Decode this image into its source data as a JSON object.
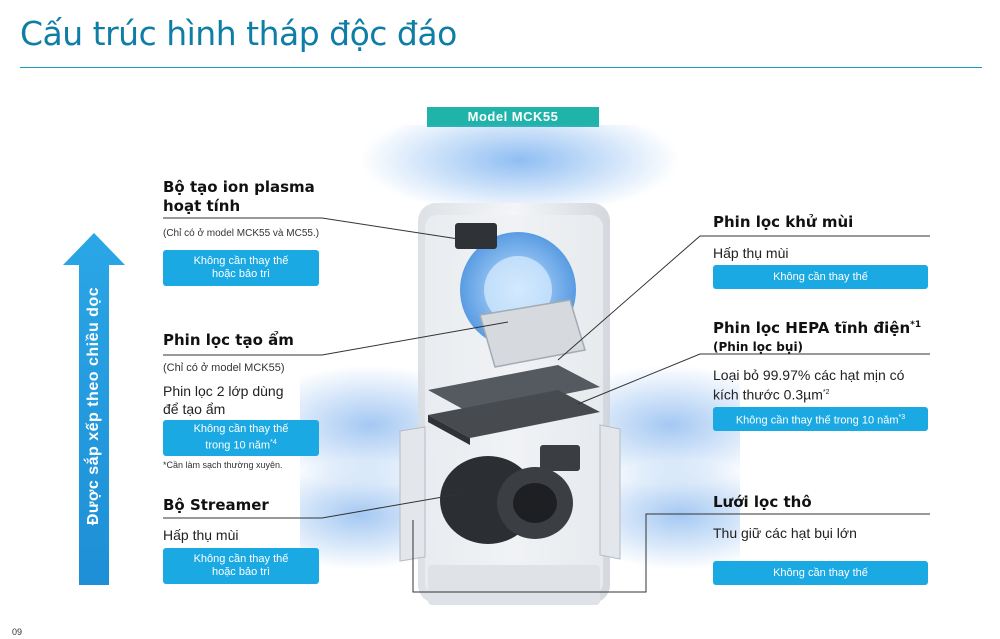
{
  "title": "Cấu trúc hình tháp độc đáo",
  "model_badge": "Model MCK55",
  "side_label": "Được sắp xếp theo chiều dọc",
  "page_number": "09",
  "colors": {
    "title": "#0f7ea6",
    "accent": "#1aa9e3",
    "badge": "#20b3a9",
    "arrow": "#2aa6e6"
  },
  "left": {
    "plasma": {
      "title_line1": "Bộ tạo ion plasma",
      "title_line2": "hoạt tính",
      "note": "(Chỉ có ở model MCK55 và MC55.)",
      "pill_line1": "Không cần thay thế",
      "pill_line2": "hoặc bảo trì"
    },
    "humidify": {
      "title": "Phin lọc tạo ẩm",
      "note": "(Chỉ có ở model MCK55)",
      "desc_line1": "Phin lọc 2 lớp dùng",
      "desc_line2": "để tạo ẩm",
      "pill_line1": "Không cần thay thế",
      "pill_line2": "trong 10 năm",
      "pill_sup": "*4",
      "footnote": "*Cần làm sạch thường xuyên."
    },
    "streamer": {
      "title": "Bộ Streamer",
      "desc": "Hấp thụ mùi",
      "pill_line1": "Không cần thay thế",
      "pill_line2": "hoặc bảo trì"
    }
  },
  "right": {
    "deodorize": {
      "title": "Phin lọc khử mùi",
      "desc": "Hấp thụ mùi",
      "pill": "Không cần thay thế"
    },
    "hepa": {
      "title": "Phin lọc HEPA tĩnh điện",
      "title_sup": "*1",
      "subtitle": "(Phin lọc bụi)",
      "desc_line1": "Loại bỏ 99.97% các hạt mịn có",
      "desc_line2": "kích thước 0.3µm",
      "desc_sup": "*2",
      "pill": "Không cần thay thế trong 10 năm",
      "pill_sup": "*3"
    },
    "prefilter": {
      "title": "Lưới lọc thô",
      "desc": "Thu giữ các hạt bụi lớn",
      "pill": "Không cần thay thế"
    }
  }
}
